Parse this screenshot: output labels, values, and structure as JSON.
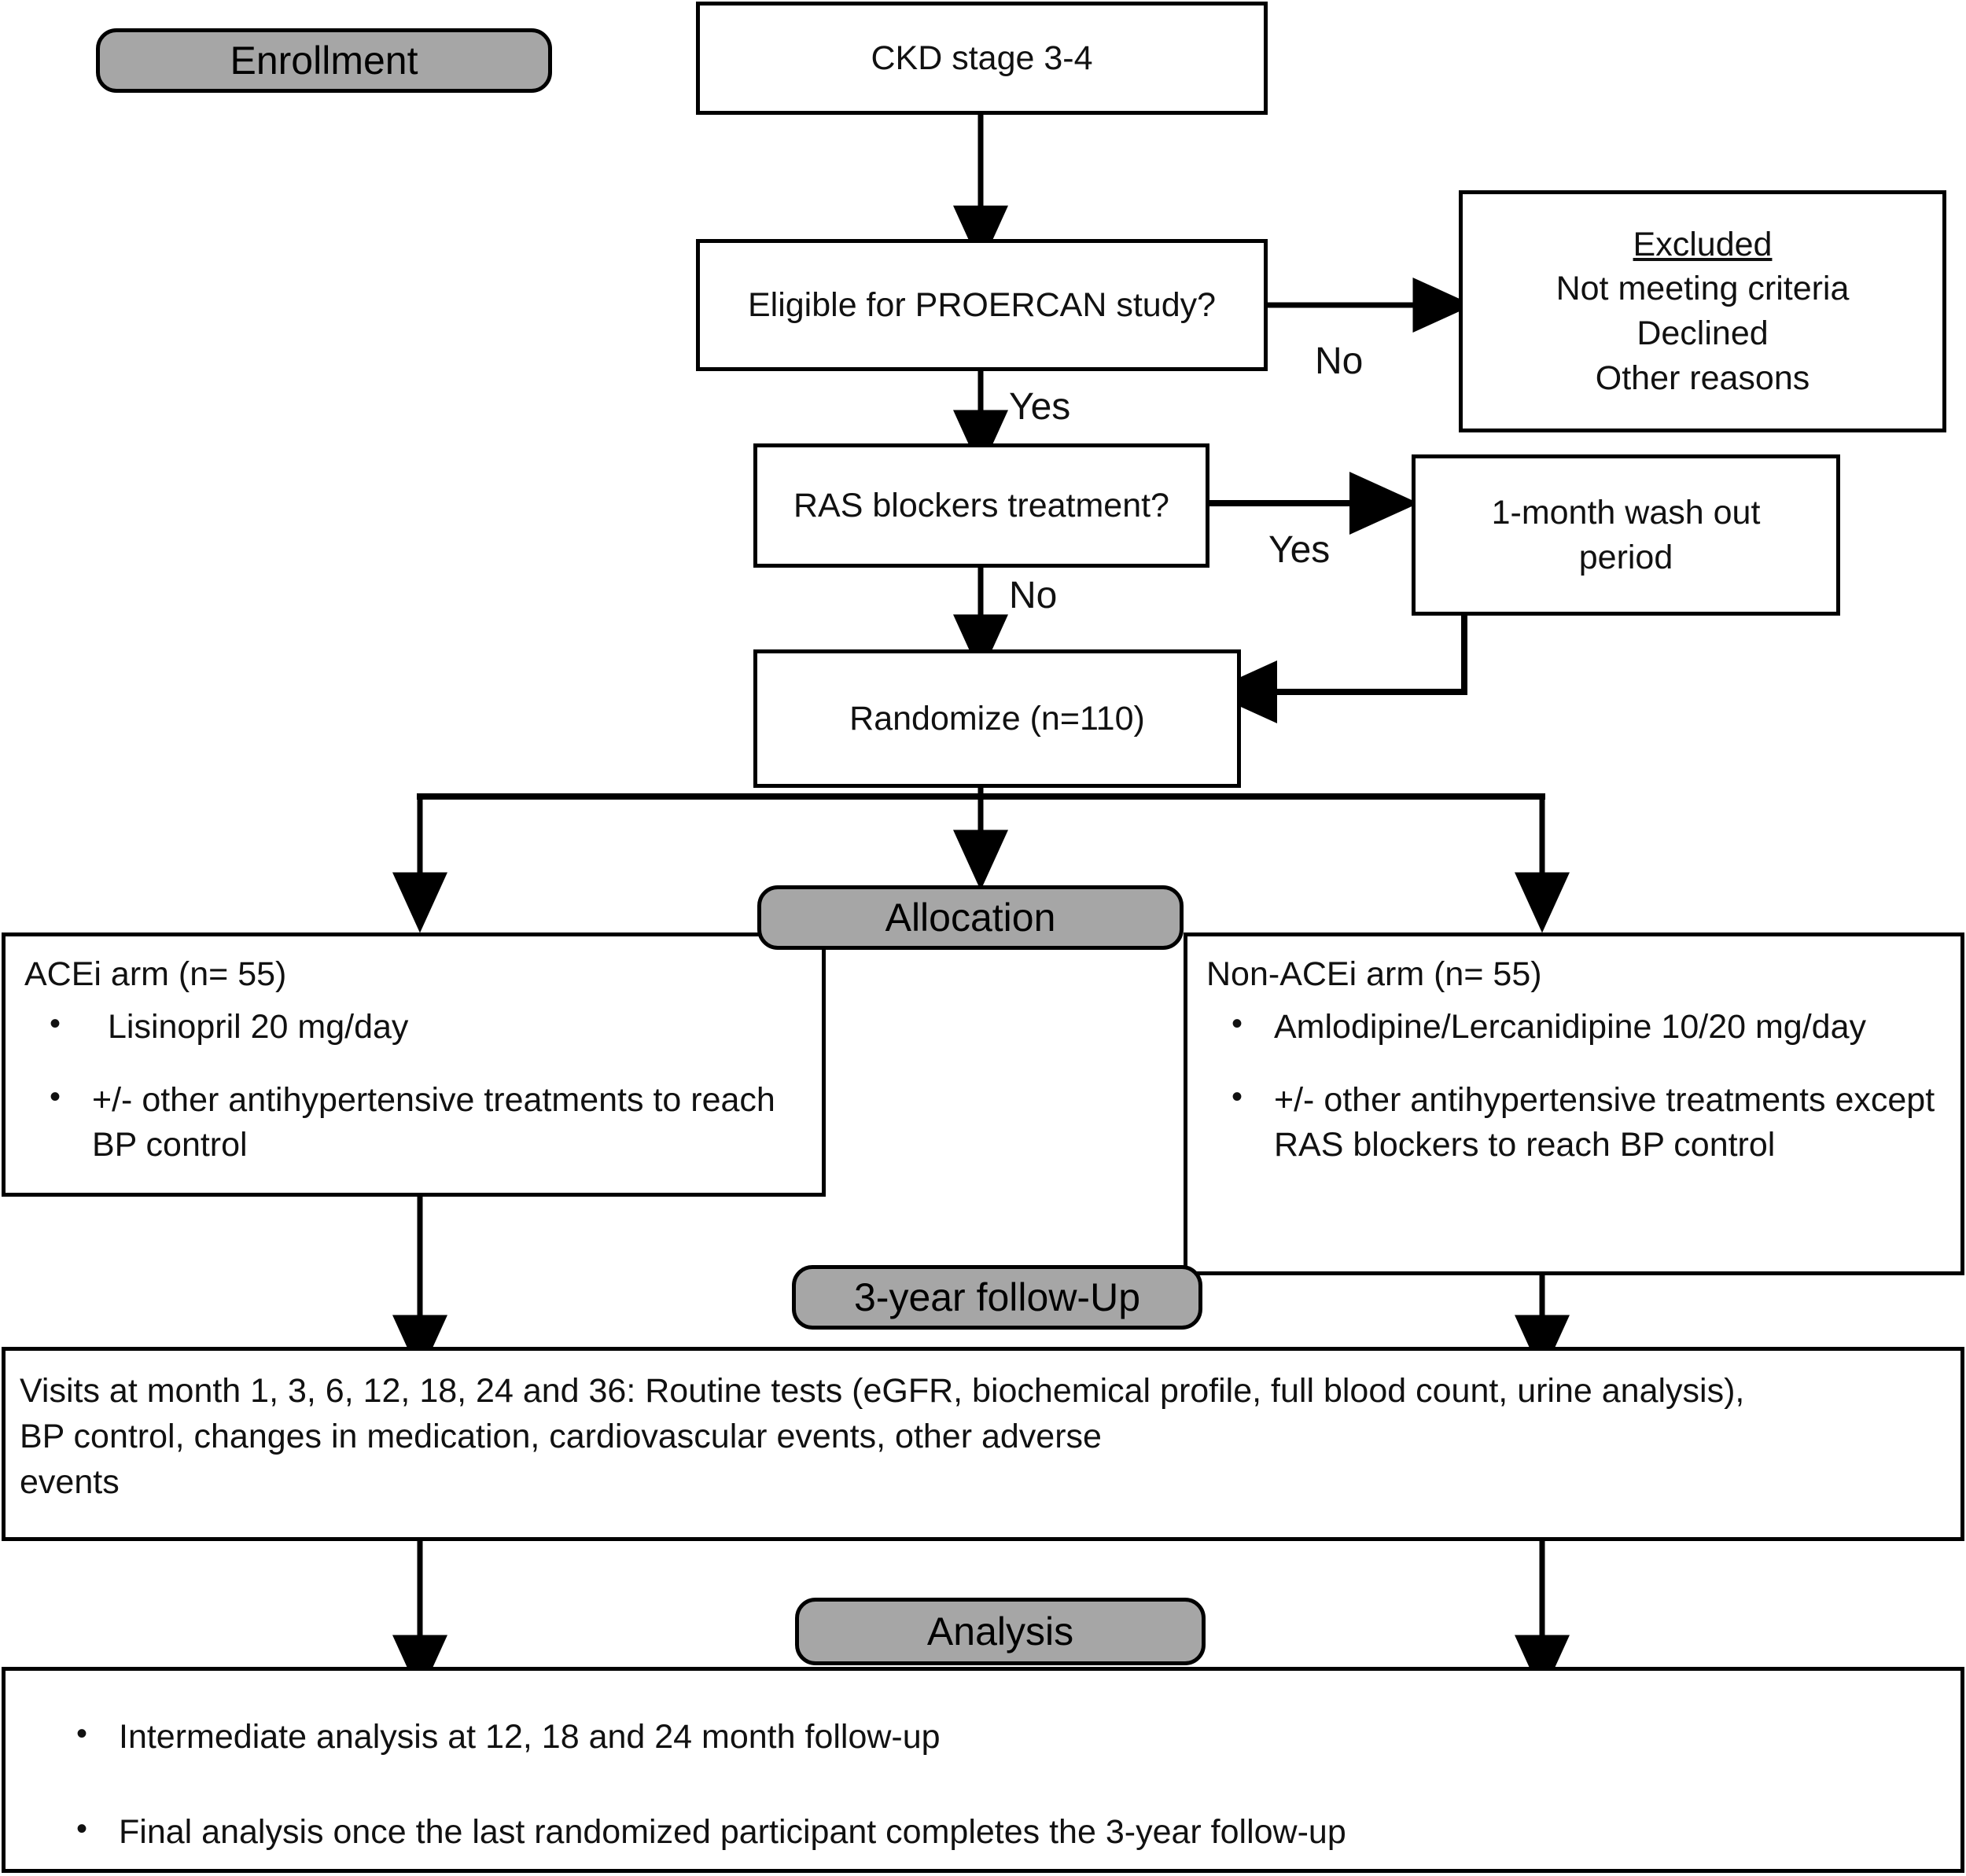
{
  "diagram": {
    "title": "PROERCAN study CONSORT-style flow diagram",
    "phase_badges": {
      "enrollment": "Enrollment",
      "allocation": "Allocation",
      "followup": "3-year follow-Up",
      "analysis": "Analysis"
    },
    "nodes": {
      "ckd": "CKD stage 3-4",
      "eligible": "Eligible for PROERCAN study?",
      "excluded_title": "Excluded",
      "excluded_reasons": [
        "Not meeting criteria",
        "Declined",
        "Other reasons"
      ],
      "ras": "RAS blockers treatment?",
      "washout_line1": "1-month wash out",
      "washout_line2": "period",
      "randomize": "Randomize (n=110)",
      "acei_title": "ACEi arm (n= 55)",
      "acei_bullets": [
        "Lisinopril 20 mg/day",
        "+/- other antihypertensive treatments to reach BP control"
      ],
      "nonacei_title": "Non-ACEi arm (n= 55)",
      "nonacei_bullets": [
        "Amlodipine/Lercanidipine 10/20 mg/day",
        "+/- other antihypertensive treatments except RAS blockers to reach BP control"
      ],
      "visits_line1": "Visits at month 1, 3, 6, 12, 18, 24 and 36: Routine tests (eGFR, biochemical profile, full blood count, urine analysis),",
      "visits_line2": "BP control, changes in medication, cardiovascular events, other adverse",
      "visits_line3": "events",
      "analysis_bullets": [
        "Intermediate analysis at 12, 18 and 24 month follow-up",
        "Final analysis once the last randomized participant completes the 3-year follow-up"
      ]
    },
    "edge_labels": {
      "eligible_no": "No",
      "eligible_yes": "Yes",
      "ras_yes": "Yes",
      "ras_no": "No"
    },
    "colors": {
      "badge_fill": "#a6a6a6",
      "stroke": "#000000",
      "node_fill": "#ffffff",
      "text": "#111111"
    }
  }
}
